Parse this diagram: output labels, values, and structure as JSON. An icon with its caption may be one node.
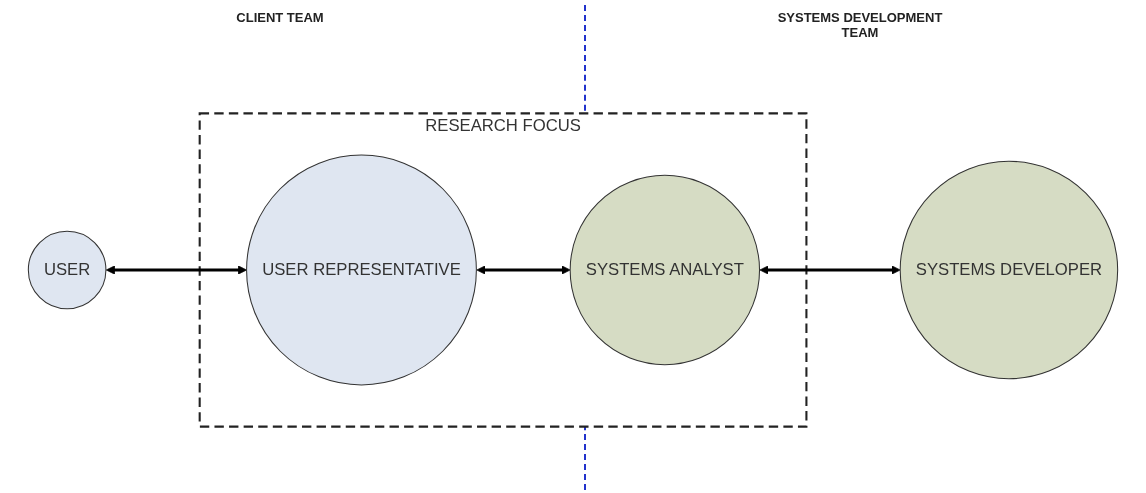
{
  "diagram": {
    "nodes": [
      {
        "text": [
          "USER"
        ]
      },
      {
        "text": [
          "RESEARCH FOCUS"
        ]
      },
      {
        "text": [
          "USER REPRESENTATIVE"
        ],
        "in": 1
      },
      {
        "text": [
          "SYSTEMS ANALYST"
        ],
        "in": 1
      },
      {
        "text": [
          "SYSTEMS DEVELOPER"
        ]
      }
    ],
    "edges": [
      {
        "from": 0,
        "to": 2,
        "arrow": "both"
      },
      {
        "from": 2,
        "to": 3,
        "arrow": "both"
      },
      {
        "from": 3,
        "to": 4,
        "arrow": "both"
      }
    ],
    "labels": [
      "CLIENT TEAM",
      "SYSTEMS DEVELOPMENT TEAM"
    ]
  }
}
